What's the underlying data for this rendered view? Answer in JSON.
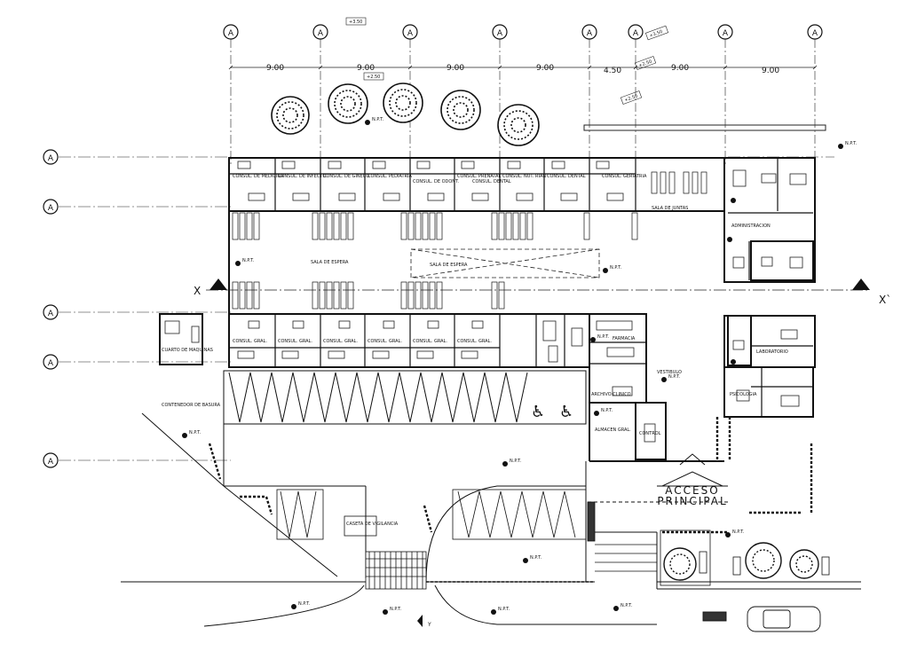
{
  "grid": {
    "col_labels": [
      "A",
      "A",
      "A",
      "A",
      "A",
      "A",
      "A",
      "A"
    ],
    "row_labels": [
      "A",
      "A",
      "A",
      "A",
      "A"
    ],
    "dims": [
      "9.00",
      "9.00",
      "9.00",
      "9.00",
      "4.50",
      "9.00",
      "9.00"
    ]
  },
  "levels": [
    "+3.50",
    "+2.50",
    "+2.50",
    "+3.50",
    "+2.50"
  ],
  "section": {
    "left": "X",
    "right": "X`"
  },
  "rooms": {
    "consultorios_top": [
      "CONSUL. DE MEDICINA",
      "CONSUL. DE INFECTO.",
      "CONSUL. DE GINECO.",
      "CONSUL. PEDIATRIA",
      "CONSUL. DE ODONT.",
      "CONSUL. PRENATAL",
      "CONSUL. DENTAL",
      "CONSUL. NUT. RIAN",
      "CONSUL. DENTAL",
      "CONSUL. GERIATRIA"
    ],
    "consultorios_bottom": [
      "CONSUL. GRAL.",
      "CONSUL. GRAL.",
      "CONSUL. GRAL.",
      "CONSUL. GRAL.",
      "CONSUL. GRAL.",
      "CONSUL. GRAL."
    ],
    "sala_espera_1": "SALA DE ESPERA",
    "sala_espera_2": "SALA DE ESPERA",
    "sala_de_juntas": "SALA DE JUNTAS",
    "administracion": "ADMINISTRACION",
    "laboratorio": "LABORATORIO",
    "psicologia": "PSICOLOGIA",
    "farmacia": "FARMACIA",
    "archivo": "ARCHIVO CLINICO",
    "almacen": "ALMACEN GRAL.",
    "control": "CONTROL",
    "vestibulo": "VESTIBULO",
    "cuarto_maquinas": "CUARTO DE MAQUINAS",
    "contenedor_basura": "CONTENEDOR DE BASURA",
    "caseta": "CASETA DE VIGILANCIA"
  },
  "acceso": {
    "line1": "ACCESO",
    "line2": "PRINCIPAL"
  },
  "npt": "N.P.T.",
  "north": "Y"
}
